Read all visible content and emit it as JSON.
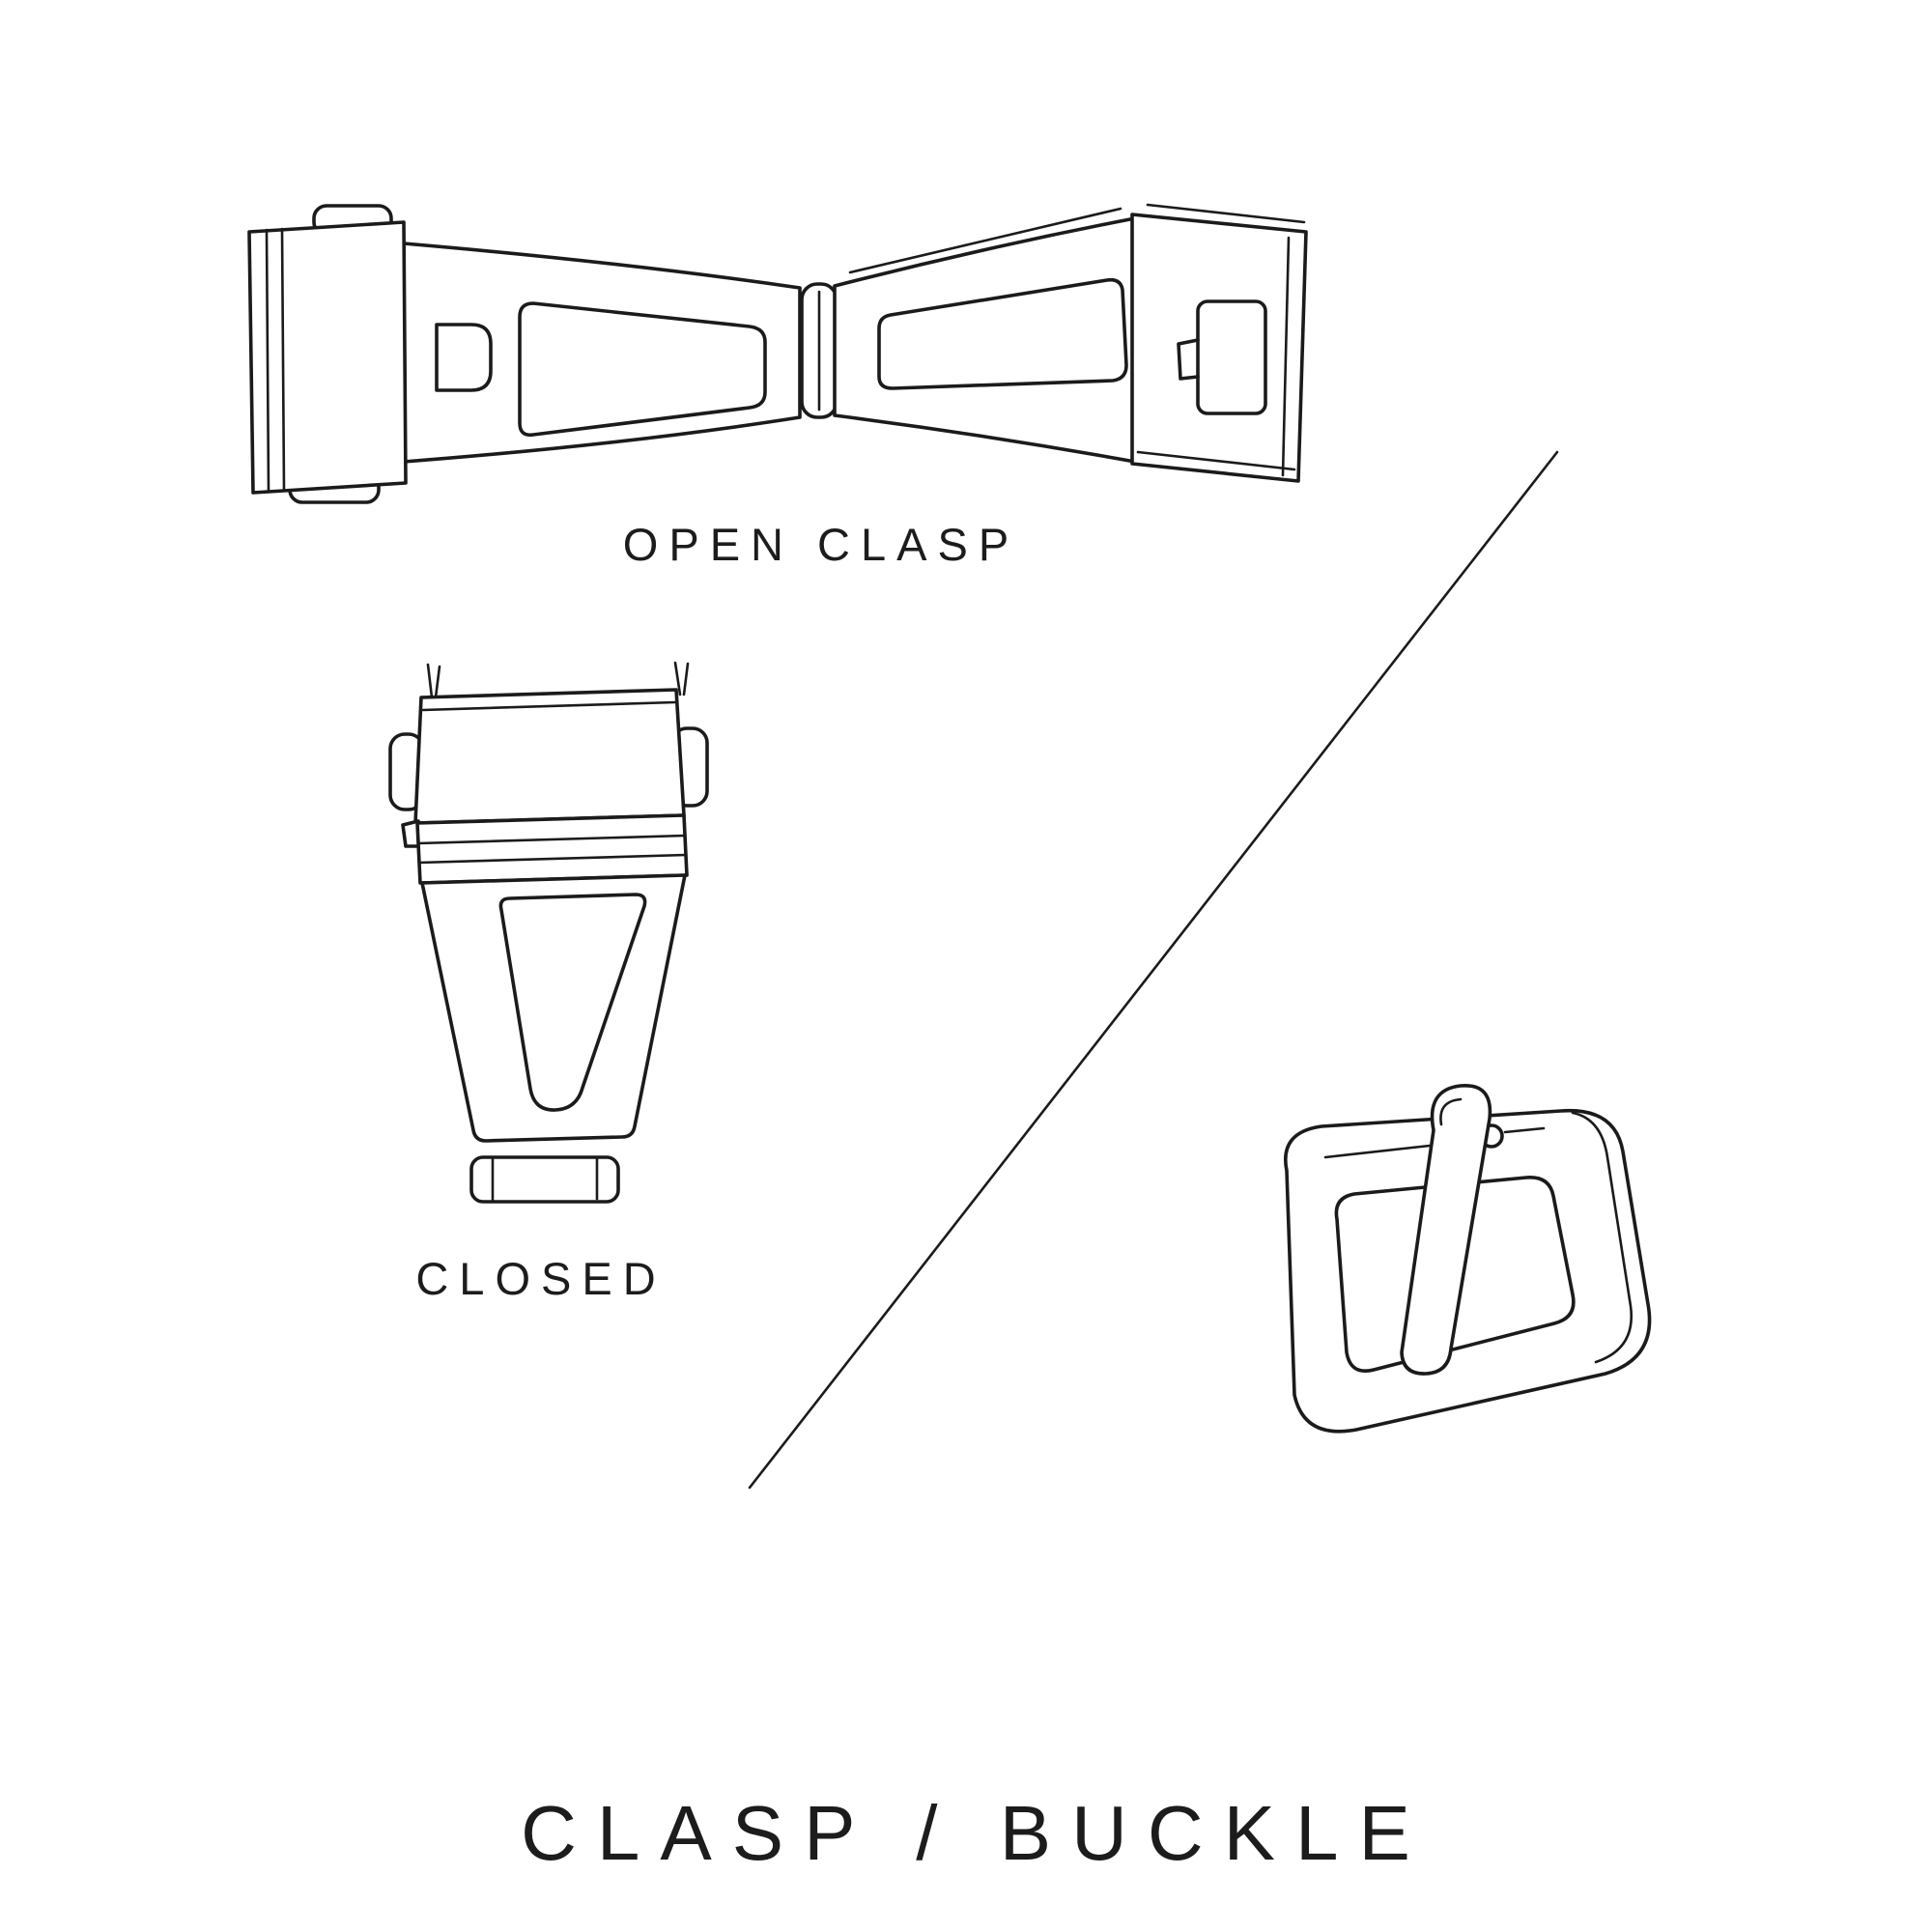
{
  "labels": {
    "open_clasp": "OPEN CLASP",
    "closed": "CLOSED",
    "title": "CLASP / BUCKLE"
  },
  "colors": {
    "background": "#ffffff",
    "line": "#1b1b1b",
    "text": "#1c1c1c"
  },
  "illustrations": {
    "open_clasp": "open deployant clasp line drawing",
    "closed_clasp": "closed deployant clasp line drawing",
    "buckle": "tang buckle line drawing",
    "divider": "diagonal divider line"
  }
}
